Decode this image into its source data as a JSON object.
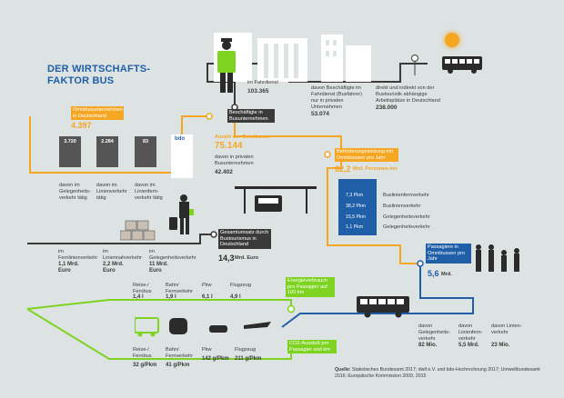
{
  "title_line1": "DER WIRTSCHAFTS-",
  "title_line2": "FAKTOR BUS",
  "busunternehmen": {
    "label": "Omnibusunternehmen in Deutschland",
    "value": "4.397",
    "bars": [
      {
        "value": "3.720",
        "caption": "davon im Gelegenheits-verkehr tätig"
      },
      {
        "value": "2.284",
        "caption": "davon im Linienverkehr tätig"
      },
      {
        "value": "83",
        "caption": "davon im Linienfern-verkehr tätig"
      }
    ]
  },
  "beschaeftigte": {
    "label": "Beschäftigte in Busunternehmen",
    "fahrdienst_label": "im Fahrdienst",
    "fahrdienst_value": "103.365",
    "privat_label": "davon Beschäftigte im Fahrdienst (Busfahrer) nur in privaten Unternehmen",
    "privat_value": "53.074",
    "indirekt_label": "direkt und indirekt von der Bustouristik abhängige Arbeitsplätze in Deutschland",
    "indirekt_value": "238.000"
  },
  "omnibusse": {
    "label": "Anzahl der Omnibusse",
    "value": "75.144",
    "privat_label": "davon in privaten Busunternehmen",
    "privat_value": "42.402"
  },
  "befoerderung": {
    "label": "Beförderungsleistung mit Omnibussen pro Jahr",
    "value": "62,2",
    "unit": "Mrd. Personen-km",
    "items": [
      {
        "value": "7,3 Pkm",
        "label": "Buslinienfernverkehr"
      },
      {
        "value": "38,2 Pkm",
        "label": "Buslinienverkehr"
      },
      {
        "value": "15,5 Pkm",
        "label": "Gelegenheitsverkehr"
      },
      {
        "value": "1,1 Pkm",
        "label": "Gelegenheitsverkehr"
      }
    ]
  },
  "umsatz": {
    "label": "Gesamtumsatz durch Bustourismus in Deutschland",
    "value": "14,3",
    "unit": "Mrd. Euro",
    "items": [
      {
        "caption": "im Fernlinienverkehr",
        "value": "1,1 Mrd. Euro"
      },
      {
        "caption": "im Liniennahverkehr",
        "value": "2,2 Mrd. Euro"
      },
      {
        "caption": "im Gelegenheitsverkehr",
        "value": "11 Mrd. Euro"
      }
    ]
  },
  "passagiere": {
    "label": "Passagiere in Omnibussen pro Jahr",
    "value": "5,6",
    "unit": "Mrd.",
    "items": [
      {
        "caption": "davon Gelegenheits-verkehr",
        "value": "82 Mio."
      },
      {
        "caption": "davon Linienfern-verkehr",
        "value": "5,5 Mrd."
      },
      {
        "caption": "davon Linien-verkehr",
        "value": "23 Mio."
      }
    ]
  },
  "energie": {
    "label": "Energieverbrauch pro Passagier auf 100 km",
    "items": [
      {
        "caption": "Reise-/ Fernbus",
        "value": "1,4 l"
      },
      {
        "caption": "Bahn/ Fernverkehr",
        "value": "1,9 l"
      },
      {
        "caption": "Pkw",
        "value": "6,1 l"
      },
      {
        "caption": "Flugzeug",
        "value": "4,9 l"
      }
    ]
  },
  "co2": {
    "label": "CO2-Ausstoß pro Passagier und km",
    "items": [
      {
        "caption": "Reise-/ Fernbus",
        "value": "32 g/Pkm"
      },
      {
        "caption": "Bahn/ Fernverkehr",
        "value": "41 g/Pkm"
      },
      {
        "caption": "Pkw",
        "value": "142 g/Pkm"
      },
      {
        "caption": "Flugzeug",
        "value": "211 g/Pkm"
      }
    ]
  },
  "source_label": "Quelle:",
  "source_text": "Statistisches Bundesamt 2017; dwif e.V. und bdo-Hochrechnung 2017; Umweltbundesamt 2016; Europäische Kommission 2009, 2015",
  "brand_logo": "bdo",
  "colors": {
    "orange": "#f5a623",
    "blue": "#1f5fa8",
    "green": "#7ed321",
    "dark": "#3a3a3a",
    "background": "#dde3e3"
  }
}
